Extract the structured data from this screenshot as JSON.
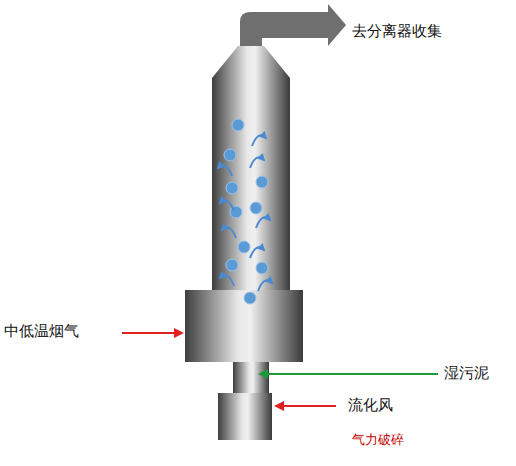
{
  "diagram": {
    "labels": [
      "去分离器收集",
      "中低温烟气",
      "湿污泥",
      "流化风",
      "气力破碎"
    ]
  }
}
